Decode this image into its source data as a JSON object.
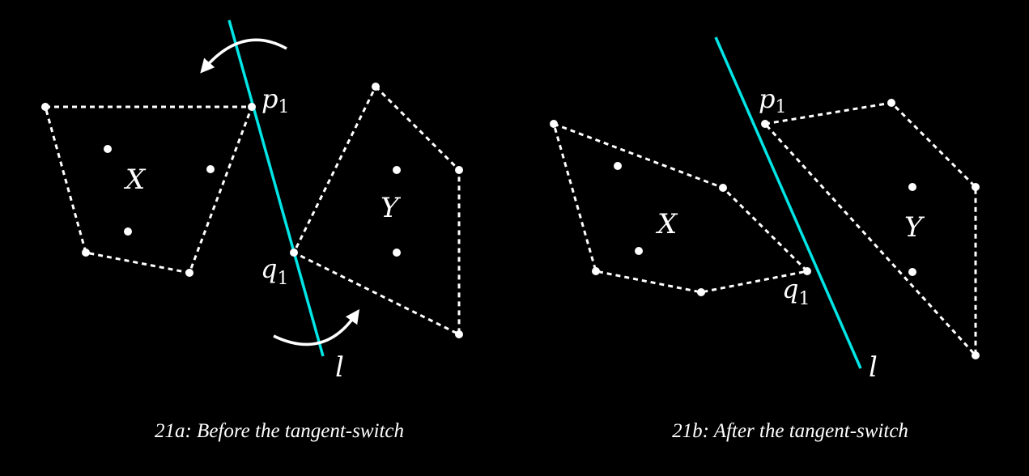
{
  "panel_a": {
    "caption": "21a: Before the tangent-switch",
    "label_x": "X",
    "label_y": "Y",
    "label_p": "p",
    "label_p_sub": "1",
    "label_q": "q",
    "label_q_sub": "1",
    "label_l": "l"
  },
  "panel_b": {
    "caption": "21b: After the tangent-switch",
    "label_x": "X",
    "label_y": "Y",
    "label_p": "p",
    "label_p_sub": "1",
    "label_q": "q",
    "label_q_sub": "1",
    "label_l": "l"
  },
  "colors": {
    "background": "#000000",
    "foreground": "#ffffff",
    "tangent_line": "#00e5e5"
  }
}
